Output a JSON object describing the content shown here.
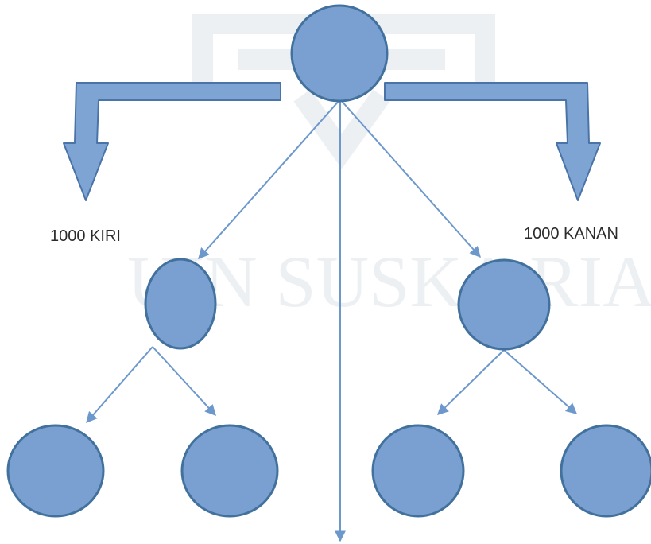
{
  "labels": {
    "left": "1000 KIRI",
    "right": "1000 KANAN"
  },
  "watermark": {
    "text": "UIN SUSKA RIAU"
  },
  "colors": {
    "node_fill": "#7aa0d2",
    "node_stroke": "#41719c",
    "arrow_line": "#6d98cc",
    "big_arrow_fill": "#7ea4d4",
    "big_arrow_stroke": "#4a74a8",
    "watermark": "#edf0f3"
  }
}
